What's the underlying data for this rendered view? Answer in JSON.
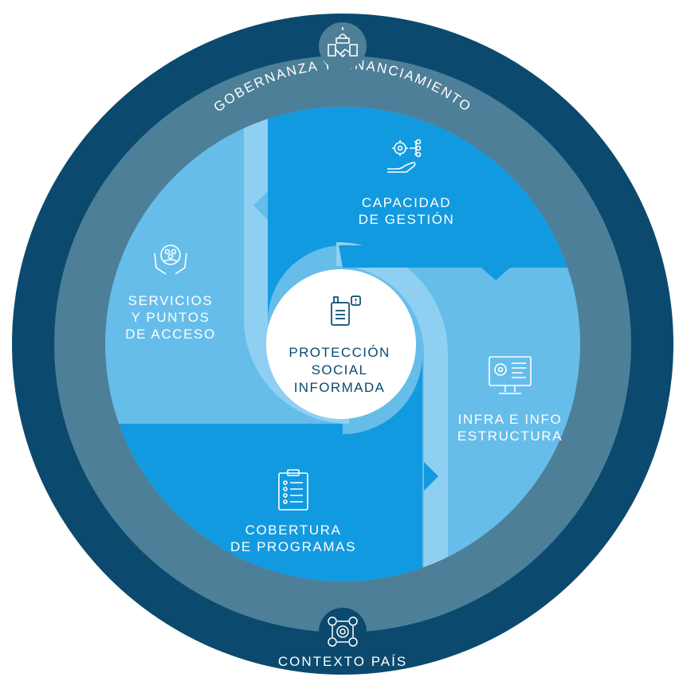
{
  "ring": {
    "top_label": "GOBERNANZA Y FINANCIAMIENTO",
    "bottom_label": "CONTEXTO PAÍS"
  },
  "center": {
    "lines": [
      "PROTECCIÓN",
      "SOCIAL",
      "INFORMADA"
    ]
  },
  "quadrants": {
    "top_right": {
      "lines": [
        "CAPACIDAD",
        "DE GESTIÓN"
      ],
      "icon": "gears-hand-icon"
    },
    "left": {
      "lines": [
        "SERVICIOS",
        "Y PUNTOS",
        "DE ACCESO"
      ],
      "icon": "people-hands-icon"
    },
    "right": {
      "lines": [
        "INFRA E INFO",
        "ESTRUCTURA"
      ],
      "icon": "monitor-gear-icon"
    },
    "bottom": {
      "lines": [
        "COBERTURA",
        "DE PROGRAMAS"
      ],
      "icon": "clipboard-checklist-icon"
    }
  },
  "colors": {
    "outer_ring": "#0b4a6e",
    "middle_ring": "#4e7f98",
    "light_blue": "#66bdea",
    "mid_blue": "#129ae0",
    "stripe_blue": "#8fd0f2",
    "center_text": "#0b4a6e"
  }
}
